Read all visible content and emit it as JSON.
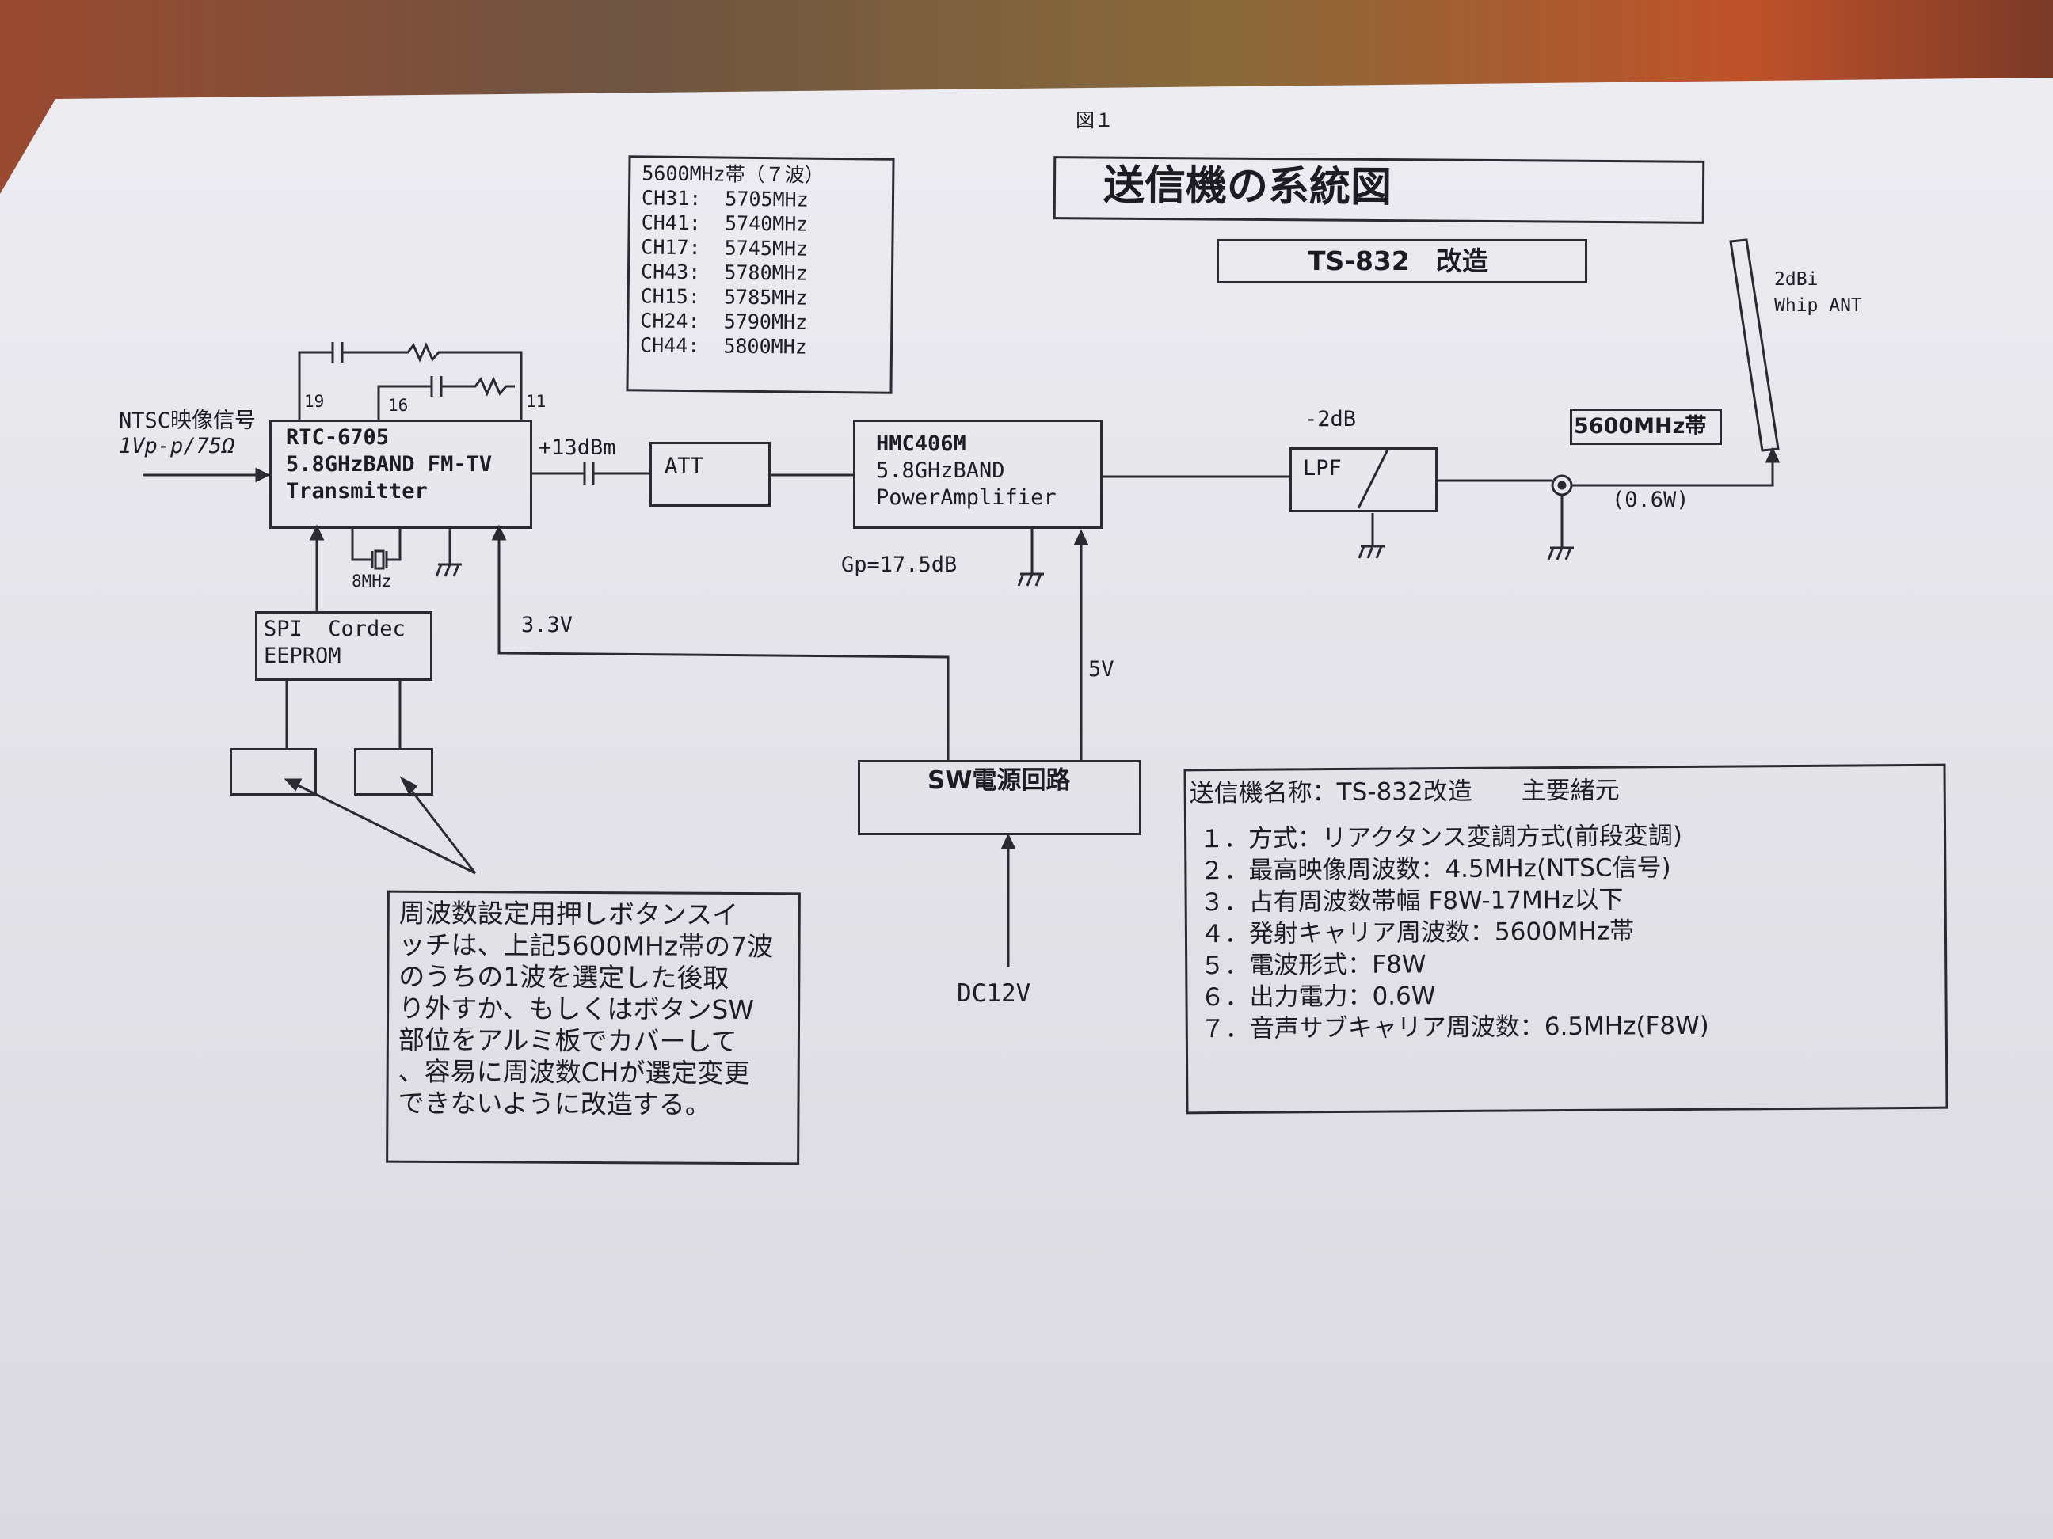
{
  "figure_label": "図１",
  "title": "送信機の系統図",
  "subtitle": "TS-832　改造",
  "channels": {
    "header": "5600MHz帯（７波）",
    "items": [
      "CH31:  5705MHz",
      "CH41:  5740MHz",
      "CH17:  5745MHz",
      "CH43:  5780MHz",
      "CH15:  5785MHz",
      "CH24:  5790MHz",
      "CH44:  5800MHz"
    ]
  },
  "input": {
    "label": "NTSC映像信号",
    "level": "1Vp-p/75Ω"
  },
  "transmitter": {
    "line1": "RTC-6705",
    "line2": "5.8GHzBAND FM-TV",
    "line3": "Transmitter"
  },
  "pins": {
    "p19": "19",
    "p16": "16",
    "p11": "11"
  },
  "crystal": "8MHz",
  "tx_output": "+13dBm",
  "att": "ATT",
  "amplifier": {
    "line1": "HMC406M",
    "line2": "5.8GHzBAND",
    "line3": "PowerAmplifier",
    "gain": "Gp=17.5dB"
  },
  "lpf": {
    "label": "LPF",
    "loss": "-2dB"
  },
  "band_label": "5600MHz帯",
  "output_power": "(0.6W)",
  "antenna": {
    "line1": "2dBi",
    "line2": "Whip ANT"
  },
  "spi": {
    "line1": "SPI  Cordec",
    "line2": "EEPROM"
  },
  "voltages": {
    "v33": "3.3V",
    "v5": "5V",
    "dc": "DC12V"
  },
  "power_supply": "SW電源回路",
  "note": [
    "周波数設定用押しボタンスイ",
    "ッチは、上記5600MHz帯の7波",
    "のうちの1波を選定した後取",
    "り外すか、もしくはボタンSW",
    "部位をアルミ板でカバーして",
    "、容易に周波数CHが選定変更",
    "できないように改造する。"
  ],
  "specs": {
    "header": "送信機名称：TS-832改造　　主要緒元",
    "items": [
      "１．方式：リアクタンス変調方式(前段変調)",
      "２．最高映像周波数：4.5MHz(NTSC信号)",
      "３．占有周波数帯幅 F8W-17MHz以下",
      "４．発射キャリア周波数：5600MHz帯",
      "５．電波形式：F8W",
      "６．出力電力：0.6W",
      "７．音声サブキャリア周波数：6.5MHz(F8W)"
    ]
  },
  "colors": {
    "paper": "#e9e9ee",
    "ink": "#1c1c22",
    "carpet": "#7a5a45"
  }
}
